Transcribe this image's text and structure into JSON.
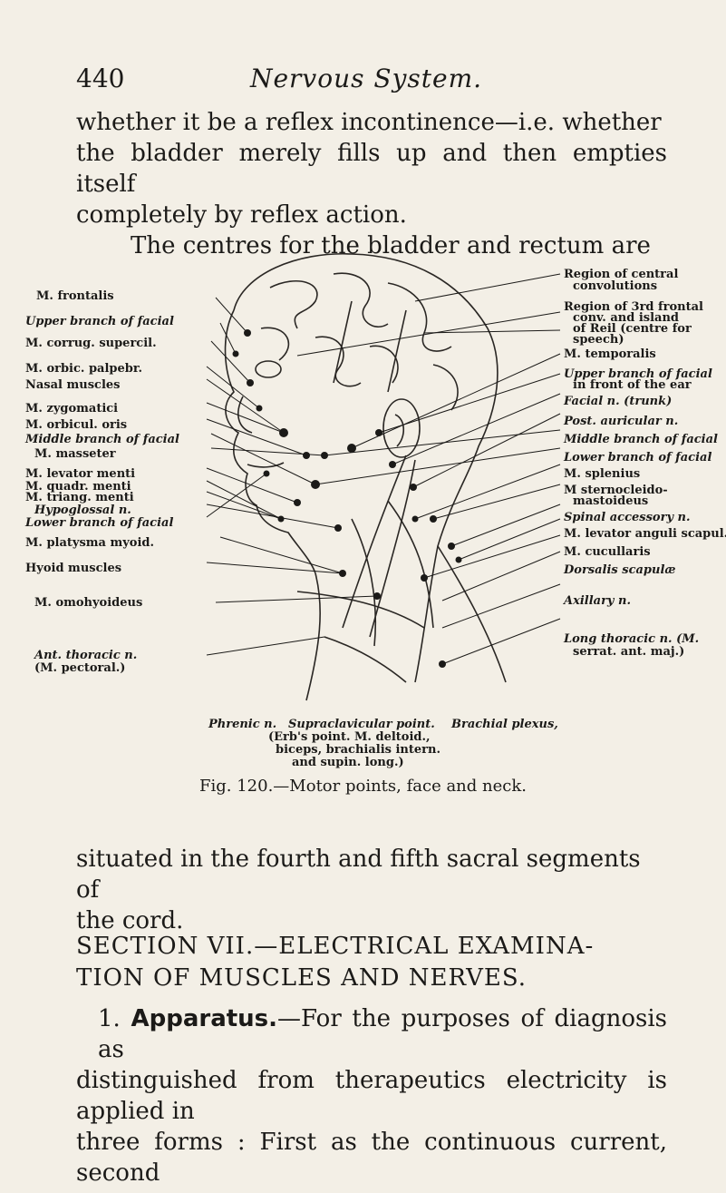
{
  "header": {
    "page_number": "440",
    "running_title": "Nervous System."
  },
  "para1": {
    "lines": [
      "whether it be a reflex incontinence—i.e. whether",
      "the bladder merely fills up and then empties itself",
      "completely by reflex action.",
      "The centres for the bladder and rectum are"
    ]
  },
  "figure": {
    "left_labels": [
      "M. frontalis",
      "Upper branch of facial",
      "M. corrug. supercil.",
      "M. orbic. palpebr.",
      "Nasal muscles",
      "M. zygomatici",
      "M. orbicul. oris",
      "Middle branch of facial",
      "M. masseter",
      "M. levator menti",
      "M. quadr. menti",
      "M. triang. menti",
      "Hypoglossal n.",
      "Lower branch of facial",
      "M. platysma myoid.",
      "Hyoid muscles",
      "M. omohyoideus",
      "Ant. thoracic n.",
      "(M. pectoral.)"
    ],
    "right_labels": [
      "Region of central",
      "convolutions",
      "Region of 3rd frontal",
      "conv. and island",
      "of Reil (centre for",
      "speech)",
      "M. temporalis",
      "Upper branch of facial",
      "in front of the ear",
      "Facial n. (trunk)",
      "Post. auricular n.",
      "Middle branch of facial",
      "Lower branch of facial",
      "M. splenius",
      "M sternocleido-",
      "mastoideus",
      "Spinal accessory n.",
      "M. levator anguli scapul.",
      "M. cucullaris",
      "Dorsalis scapulæ",
      "Axillary n.",
      "Long thoracic n. (M.",
      "serrat. ant. maj.)"
    ],
    "bottom_labels": {
      "phrenic": "Phrenic n.",
      "supraclavicular": "Supraclavicular point.",
      "brachial": "Brachial plexus,",
      "erb": "(Erb's point. M. deltoid.,",
      "biceps": "biceps, brachialis intern.",
      "supin": "and supin. long.)"
    },
    "caption": "Fig. 120.—Motor points, face and neck."
  },
  "para2": {
    "lines": [
      "situated in the fourth and fifth sacral segments of",
      "the cord."
    ]
  },
  "section": {
    "lines": [
      "SECTION VII.—ELECTRICAL EXAMINA-",
      "TION OF MUSCLES AND NERVES."
    ]
  },
  "para3": {
    "lead": "1. ",
    "bold": "Apparatus.",
    "line1_rest": "—For the purposes of diagnosis as",
    "line2": "distinguished from therapeutics electricity is applied in",
    "line3": "three forms : First as the continuous current, second"
  }
}
